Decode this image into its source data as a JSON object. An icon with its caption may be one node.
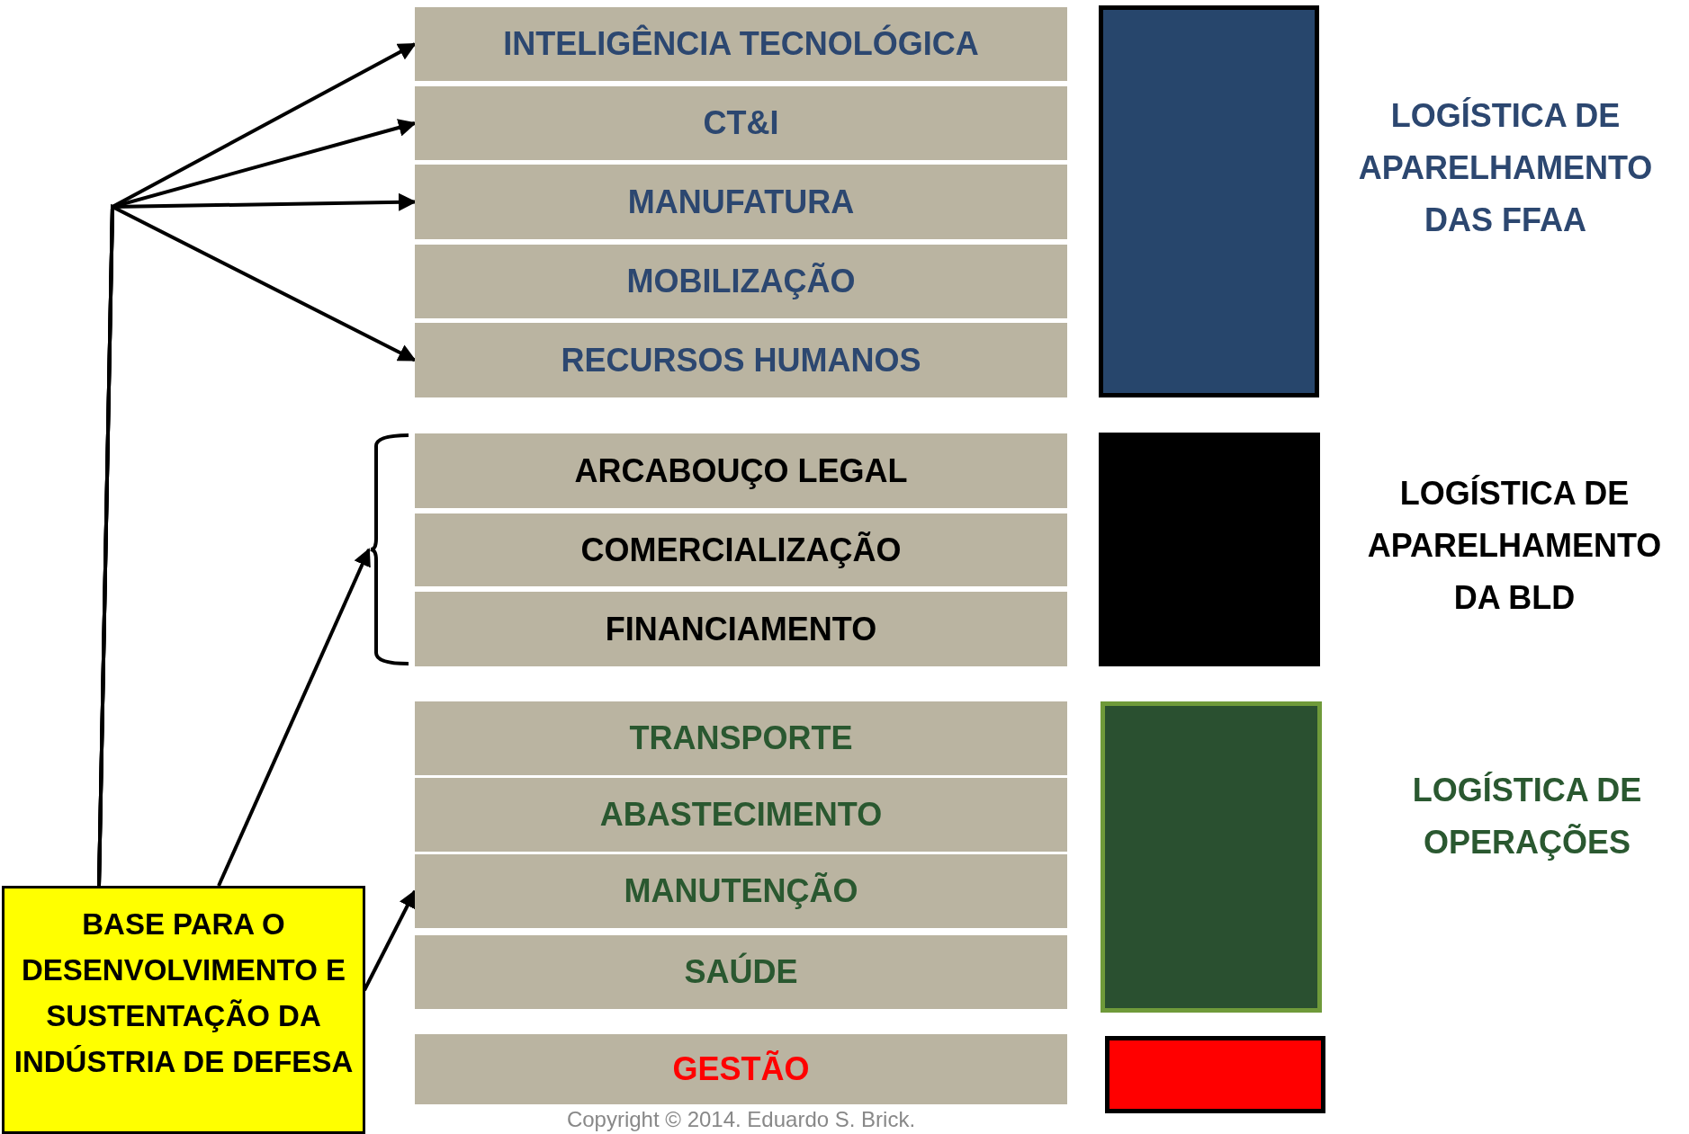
{
  "diagram": {
    "nodes": [
      {
        "text": [
          "INTELIGÊNCIA TECNOLÓGICA"
        ]
      },
      {
        "text": [
          "CT&I"
        ]
      },
      {
        "text": [
          "MANUFATURA"
        ]
      },
      {
        "text": [
          "MOBILIZAÇÃO"
        ]
      },
      {
        "text": [
          "RECURSOS HUMANOS"
        ]
      },
      {
        "text": [
          "ARCABOUÇO LEGAL"
        ]
      },
      {
        "text": [
          "COMERCIALIZAÇÃO"
        ]
      },
      {
        "text": [
          "FINANCIAMENTO"
        ]
      },
      {
        "text": [
          "TRANSPORTE"
        ]
      },
      {
        "text": [
          "ABASTECIMENTO"
        ]
      },
      {
        "text": [
          "MANUTENÇÃO"
        ]
      },
      {
        "text": [
          "SAÚDE"
        ]
      },
      {
        "text": [
          "GESTÃO"
        ]
      },
      {
        "text": [],
        "shape": "box",
        "beside": [
          "LOGÍSTICA DE APARELHAMENTO DAS FFAA"
        ]
      },
      {
        "text": [],
        "shape": "box",
        "beside": [
          "LOGÍSTICA DE APARELHAMENTO DA BLD"
        ]
      },
      {
        "text": [],
        "shape": "box",
        "beside": [
          "LOGÍSTICA DE OPERAÇÕES"
        ]
      },
      {
        "text": [],
        "shape": "box"
      },
      {
        "text": [
          "BASE PARA O DESENVOLVIMENTO E SUSTENTAÇÃO DA INDÚSTRIA DE DEFESA"
        ]
      },
      {
        "text": [],
        "shape": "brace"
      }
    ],
    "edges": [
      {
        "from": 17,
        "to": 0,
        "arrow": "to"
      },
      {
        "from": 17,
        "to": 1,
        "arrow": "to"
      },
      {
        "from": 17,
        "to": 2,
        "arrow": "to"
      },
      {
        "from": 17,
        "to": 4,
        "arrow": "to"
      },
      {
        "from": 17,
        "to": 18,
        "arrow": "to"
      },
      {
        "from": 17,
        "to": 10,
        "arrow": "to"
      }
    ],
    "labels": [
      "Copyright © 2014. Eduardo S. Brick."
    ]
  }
}
